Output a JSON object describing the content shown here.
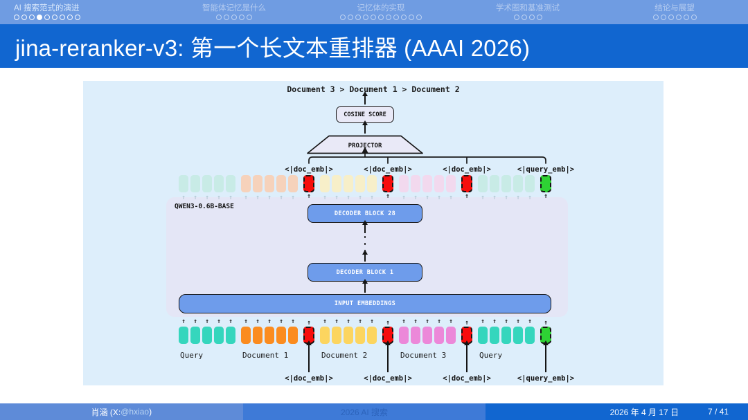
{
  "nav": {
    "sections": [
      {
        "title": "AI 搜索范式的演进",
        "dots": 9,
        "active_dot": 4,
        "active": true
      },
      {
        "title": "智能体记忆是什么",
        "dots": 5,
        "active_dot": 0,
        "active": false
      },
      {
        "title": "记忆体的实现",
        "dots": 11,
        "active_dot": 0,
        "active": false
      },
      {
        "title": "学术圈和基准测试",
        "dots": 4,
        "active_dot": 0,
        "active": false
      },
      {
        "title": "结论与展望",
        "dots": 6,
        "active_dot": 0,
        "active": false
      }
    ]
  },
  "header": {
    "title": "jina-reranker-v3: 第一个长文本重排器 (AAAI 2026)"
  },
  "diagram": {
    "ranking_output": "Document 3 > Document 1 > Document 2",
    "cosine_label": "COSINE SCORE",
    "projector_label": "PROJECTOR",
    "model_label": "QWEN3-0.6B-BASE",
    "decoder_top_label": "DECODER BLOCK 28",
    "decoder_bottom_label": "DECODER BLOCK 1",
    "input_label": "INPUT EMBEDDINGS",
    "colors": {
      "nav_bar": "#6f9ce2",
      "header_bar": "#1166d0",
      "diagram_bg": "#ddeefb",
      "container_lavender": "#e4e6f6",
      "block_blue": "#6e9ceb",
      "box_lavender": "#e9e9f7",
      "doc_separator_red": "#f60d0d",
      "query_emb_green": "#2ed234"
    },
    "groups": [
      {
        "name": "query-1",
        "label": "Query",
        "count": 5,
        "color": "#35d6bd",
        "faded": "#c8ebe6"
      },
      {
        "name": "document-1",
        "label": "Document 1",
        "count": 5,
        "color": "#fb8c1f",
        "faded": "#f6d2bb"
      },
      {
        "name": "doc-emb-1",
        "special": true,
        "count": 1,
        "color": "#f60d0d",
        "emb_label": "<|doc_emb|>"
      },
      {
        "name": "document-2",
        "label": "Document 2",
        "count": 5,
        "color": "#fcd55f",
        "faded": "#f7efc9"
      },
      {
        "name": "doc-emb-2",
        "special": true,
        "count": 1,
        "color": "#f60d0d",
        "emb_label": "<|doc_emb|>"
      },
      {
        "name": "document-3",
        "label": "Document 3",
        "count": 5,
        "color": "#ec88d9",
        "faded": "#f2d9ee"
      },
      {
        "name": "doc-emb-3",
        "special": true,
        "count": 1,
        "color": "#f60d0d",
        "emb_label": "<|doc_emb|>"
      },
      {
        "name": "query-2",
        "label": "Query",
        "count": 5,
        "color": "#35d6bd",
        "faded": "#c8ebe6"
      },
      {
        "name": "query-emb",
        "special": true,
        "count": 1,
        "color": "#2ed234",
        "emb_label": "<|query_emb|>"
      }
    ]
  },
  "footer": {
    "author_prefix": "肖涵 (X: ",
    "author_handle": "@hxiao",
    "author_suffix": ")",
    "center": "2026 AI 搜索",
    "date": "2026 年 4 月 17 日",
    "page": "7 / 41"
  }
}
